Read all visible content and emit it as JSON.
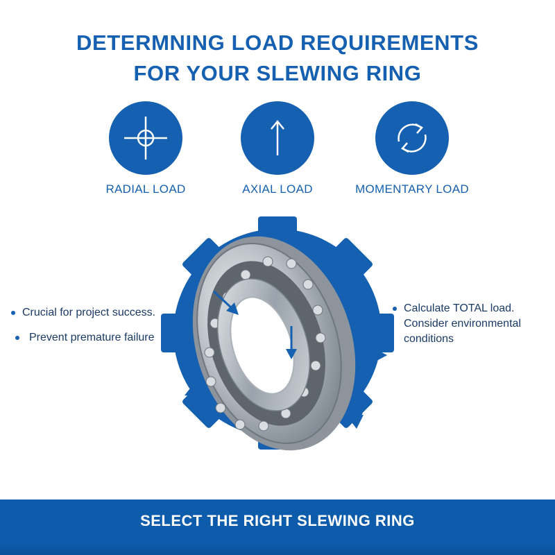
{
  "title": {
    "line1": "DETERMNING LOAD REQUIREMENTS",
    "line2": "FOR YOUR SLEWING RING"
  },
  "load_types": [
    {
      "icon": "crosshair-icon",
      "label": "RADIAL LOAD"
    },
    {
      "icon": "arrow-up-icon",
      "label": "AXIAL LOAD"
    },
    {
      "icon": "rotate-arrows-icon",
      "label": "MOMENTARY LOAD"
    }
  ],
  "left_bullets": [
    "Crucial for project success.",
    "Prevent premature failure"
  ],
  "right_bullets": [
    "Calculate TOTAL load. Consider environmental conditions"
  ],
  "footer": {
    "label": "SELECT THE RIGHT SLEWING RING"
  },
  "colors": {
    "brand_blue": "#1560b0",
    "footer_blue": "#0d5bab",
    "steel": "#b9bfc6"
  }
}
